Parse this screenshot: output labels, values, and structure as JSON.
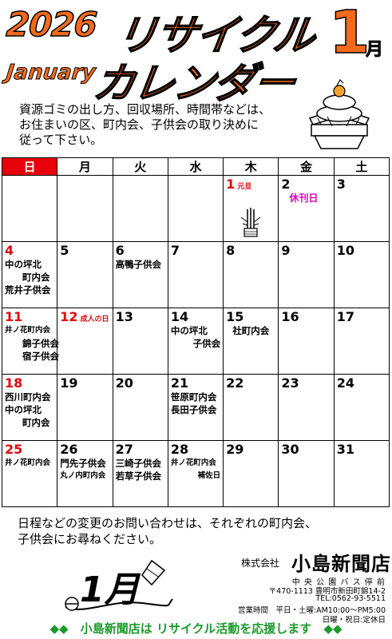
{
  "header": {
    "year": "2026",
    "title_line1": "リサイクル",
    "month_english": "January",
    "title_line2": "カレンダー",
    "month_number": "1",
    "month_suffix": "月"
  },
  "intro": {
    "line1": "資源ゴミの出し方、回収場所、時間帯などは、",
    "line2": "お住まいの区、町内会、子供会の取り決めに",
    "line3": "従って下さい。"
  },
  "weekdays": [
    "日",
    "月",
    "火",
    "水",
    "木",
    "金",
    "土"
  ],
  "weeks": [
    [
      {
        "day": "",
        "events": []
      },
      {
        "day": "",
        "events": []
      },
      {
        "day": "",
        "events": []
      },
      {
        "day": "",
        "events": []
      },
      {
        "day": "1",
        "holiday": "元旦",
        "red": true,
        "events": []
      },
      {
        "day": "2",
        "events": [
          {
            "text": "休刊日",
            "style": "pink"
          }
        ]
      },
      {
        "day": "3",
        "events": []
      }
    ],
    [
      {
        "day": "4",
        "red": true,
        "events": [
          {
            "text": "中の坪北",
            "style": ""
          },
          {
            "text": "町内会",
            "style": "indent"
          },
          {
            "text": "荒井子供会",
            "style": ""
          }
        ]
      },
      {
        "day": "5",
        "events": []
      },
      {
        "day": "6",
        "events": [
          {
            "text": "高鴨子供会",
            "style": ""
          }
        ]
      },
      {
        "day": "7",
        "events": []
      },
      {
        "day": "8",
        "events": []
      },
      {
        "day": "9",
        "events": []
      },
      {
        "day": "10",
        "events": []
      }
    ],
    [
      {
        "day": "11",
        "red": true,
        "events": [
          {
            "text": "井ノ花町内会",
            "style": "sm"
          },
          {
            "text": "錦子供会",
            "style": "indent-sm"
          },
          {
            "text": "宿子供会",
            "style": "indent-sm"
          }
        ]
      },
      {
        "day": "12",
        "holiday": "成人の日",
        "red": true,
        "events": []
      },
      {
        "day": "13",
        "events": []
      },
      {
        "day": "14",
        "events": [
          {
            "text": "中の坪北",
            "style": ""
          },
          {
            "text": "子供会",
            "style": "right"
          }
        ]
      },
      {
        "day": "15",
        "events": [
          {
            "text": "社町内会",
            "style": "c"
          }
        ]
      },
      {
        "day": "16",
        "events": []
      },
      {
        "day": "17",
        "events": []
      }
    ],
    [
      {
        "day": "18",
        "red": true,
        "events": [
          {
            "text": "西川町内会",
            "style": ""
          },
          {
            "text": "中の坪北",
            "style": ""
          },
          {
            "text": "町内会",
            "style": "indent"
          }
        ]
      },
      {
        "day": "19",
        "events": []
      },
      {
        "day": "20",
        "events": []
      },
      {
        "day": "21",
        "events": [
          {
            "text": "笹原町内会",
            "style": ""
          },
          {
            "text": "長田子供会",
            "style": ""
          }
        ]
      },
      {
        "day": "22",
        "events": []
      },
      {
        "day": "23",
        "events": []
      },
      {
        "day": "24",
        "events": []
      }
    ],
    [
      {
        "day": "25",
        "red": true,
        "events": [
          {
            "text": "井ノ花町内会",
            "style": "sm"
          }
        ]
      },
      {
        "day": "26",
        "events": [
          {
            "text": "門先子供会",
            "style": ""
          },
          {
            "text": "丸ノ内町内会",
            "style": "sm"
          }
        ]
      },
      {
        "day": "27",
        "events": [
          {
            "text": "三崎子供会",
            "style": ""
          },
          {
            "text": "若草子供会",
            "style": ""
          }
        ]
      },
      {
        "day": "28",
        "events": [
          {
            "text": "井ノ花町内会",
            "style": "sm"
          },
          {
            "text": "補佐日",
            "style": "sm-right"
          }
        ]
      },
      {
        "day": "29",
        "events": []
      },
      {
        "day": "30",
        "events": []
      },
      {
        "day": "31",
        "events": []
      }
    ]
  ],
  "notice": {
    "line1": "日程などの変更のお問い合わせは、それぞれの町内会、",
    "line2": "子供会にお尋ねください。"
  },
  "company": {
    "prefix": "株式会社",
    "name": "小島新聞店",
    "location": "中 央 公 園 バ ス 停 前",
    "address": "〒470-1113 豊明市新田町錦14-2",
    "tel": "TEL:0562-93-5511",
    "hours": "営業時間　平日・土曜:AM10:00～PM5:00",
    "closed": "日曜・祝日:定休日"
  },
  "footer_graphic": {
    "text": "1月"
  },
  "tagline": {
    "left_mark": "◆◆",
    "text": "小島新聞店は リサイクル活動を応援します",
    "right_mark": "◆◆"
  },
  "colors": {
    "accent": "#f26a1b",
    "holiday_red": "#e8000a",
    "pink": "#e000b4",
    "green": "#1a9c2a"
  }
}
